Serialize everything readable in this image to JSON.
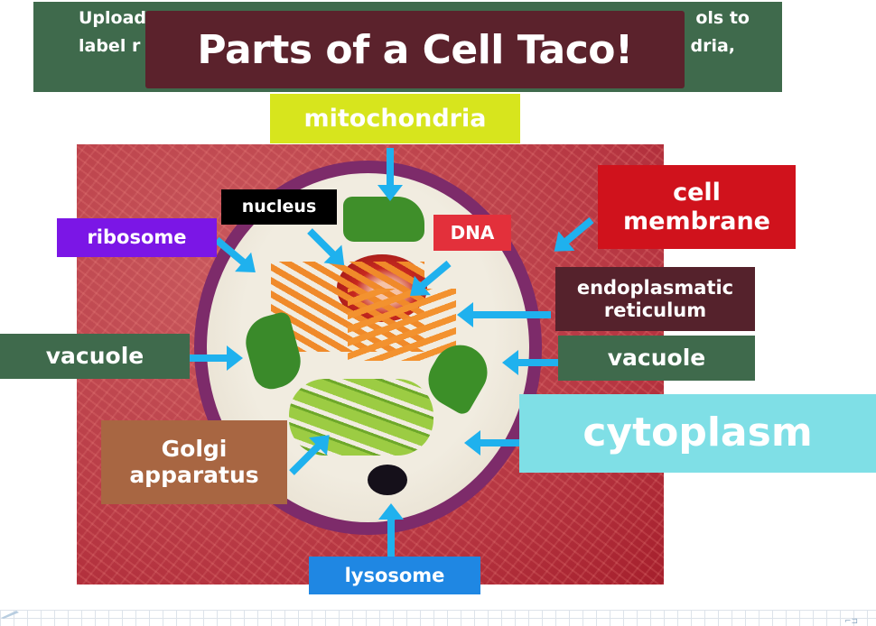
{
  "instructions": {
    "line1_left": "Upload",
    "line1_right": "ols to",
    "line2_left": "label r",
    "line2_right": "dria,"
  },
  "title": "Parts of a Cell Taco!",
  "labels": {
    "mitochondria": "mitochondria",
    "nucleus": "nucleus",
    "dna": "DNA",
    "cell_membrane": "cell membrane",
    "ribosome": "ribosome",
    "endoplasmic_reticulum": "endoplasmatic reticulum",
    "vacuole_left": "vacuole",
    "vacuole_right": "vacuole",
    "golgi": "Golgi apparatus",
    "cytoplasm": "cytoplasm",
    "lysosome": "lysosome"
  },
  "colors": {
    "instructions_bg": "#3f6a4c",
    "title_bg": "#5b222c",
    "mitochondria": "#d7e51d",
    "nucleus": "#000000",
    "dna": "#e3303b",
    "cell_membrane": "#d0121c",
    "ribosome": "#7b16e6",
    "endoplasmic_reticulum": "#55222c",
    "vacuole": "#3f6a4c",
    "golgi": "#a86642",
    "cytoplasm": "#7fdfe6",
    "lysosome": "#1f87e3",
    "arrow": "#1fb1ee"
  }
}
